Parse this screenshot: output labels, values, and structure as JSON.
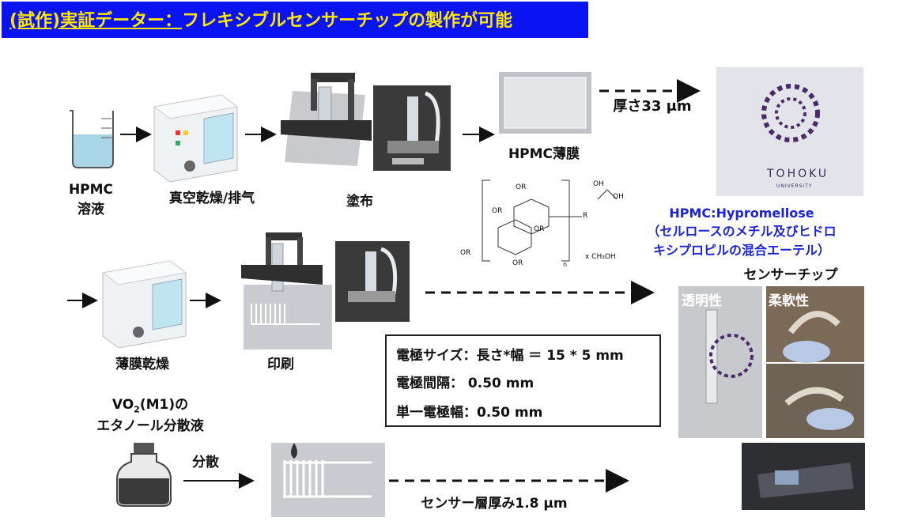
{
  "title": {
    "part1": "(試作)実証データー：",
    "part2": "フレキシブルセンサーチップの製作が可能"
  },
  "row1": {
    "hpmc_line1": "HPMC",
    "hpmc_line2": "溶液",
    "vacuum": "真空乾燥/排气",
    "coating": "塗布",
    "film": "HPMC薄膜",
    "thickness": "厚さ33 μm"
  },
  "logo": {
    "name": "TOHOKU",
    "sub": "UNIVERSITY"
  },
  "hpmc_def": {
    "line1": "HPMC:Hypromellose",
    "line2": "（セルロースのメチル及びヒドロ",
    "line3": "キシプロピルの混合エーテル）"
  },
  "structure": {
    "or": "OR",
    "r": "R",
    "n": "n",
    "oh": "OH",
    "solvent": "x CH₃OH"
  },
  "row2": {
    "dry": "薄膜乾燥",
    "print": "印刷"
  },
  "specs": {
    "line1": "電極サイズ：長さ*幅 ＝ 15 * 5 mm",
    "line2": "電極間隔： 0.50 mm",
    "line3": "単一電極幅：0.50 mm"
  },
  "chip": {
    "title": "センサーチップ",
    "transparency": "透明性",
    "flexibility": "柔軟性"
  },
  "row3": {
    "vo2_a": "VO",
    "vo2_sub": "2",
    "vo2_b": "(M1)の",
    "ethanol": "エタノール分散液",
    "disperse": "分散",
    "layer": "センサー層厚み1.8 μm"
  },
  "colors": {
    "title_bg": "#0a14f0",
    "title_text": "#ffe600",
    "definition": "#1a22e0"
  }
}
